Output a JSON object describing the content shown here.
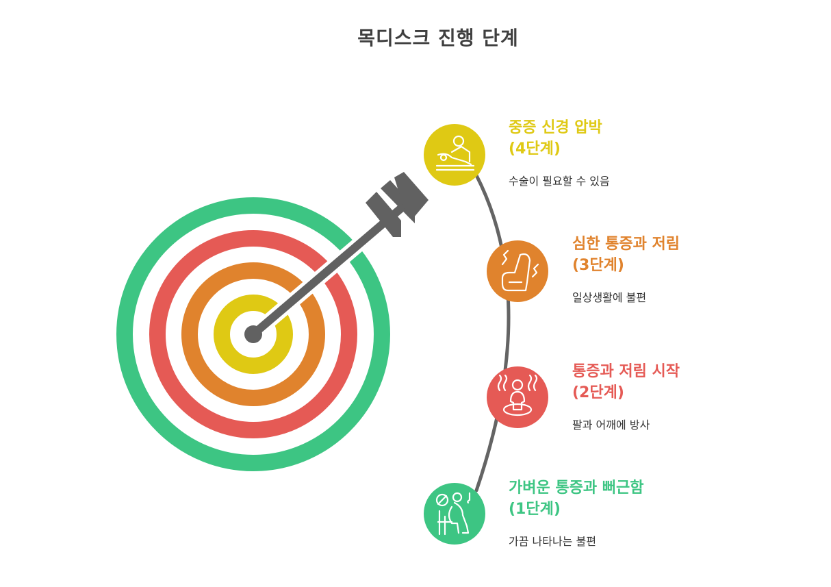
{
  "title": "목디스크 진행 단계",
  "colors": {
    "green": "#3dc583",
    "red": "#e55a55",
    "orange": "#e0832d",
    "yellow": "#dfc914",
    "arrow": "#616161",
    "arc": "#646464"
  },
  "stages": [
    {
      "title_line1": "중증 신경 압박",
      "title_line2": "(4단계)",
      "description": "수술이 필요할 수 있음",
      "color": "#dfc914",
      "icon": "massage-table-icon"
    },
    {
      "title_line1": "심한 통증과 저림",
      "title_line2": "(3단계)",
      "description": "일상생활에 불편",
      "color": "#e0832d",
      "icon": "massage-chair-icon"
    },
    {
      "title_line1": "통증과 저림 시작",
      "title_line2": "(2단계)",
      "description": "팔과 어깨에 방사",
      "color": "#e55a55",
      "icon": "person-heat-icon"
    },
    {
      "title_line1": "가벼운 통증과 뻐근함",
      "title_line2": "(1단계)",
      "description": "가끔 나타나는 불편",
      "color": "#3dc583",
      "icon": "seated-person-no-symbol-icon"
    }
  ]
}
